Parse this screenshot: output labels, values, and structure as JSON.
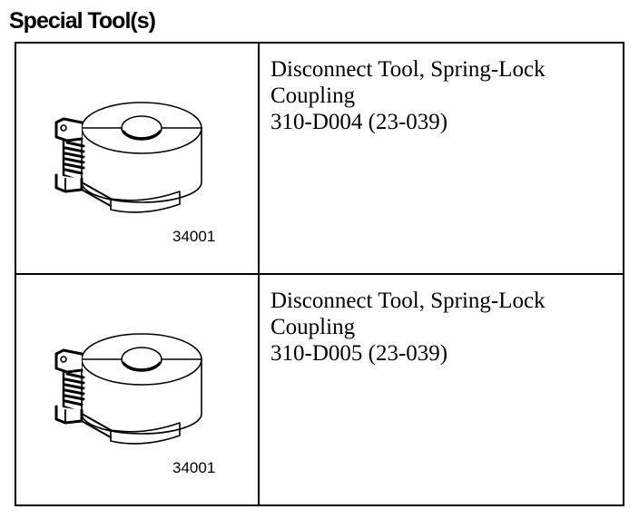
{
  "heading": "Special Tool(s)",
  "tools": [
    {
      "illustration_icon": "spring-lock-disconnect-tool-icon",
      "illustration_number": "34001",
      "name_line1": "Disconnect Tool, Spring-Lock",
      "name_line2": "Coupling",
      "part_number": "310-D004 (23-039)"
    },
    {
      "illustration_icon": "spring-lock-disconnect-tool-icon",
      "illustration_number": "34001",
      "name_line1": "Disconnect Tool, Spring-Lock",
      "name_line2": "Coupling",
      "part_number": "310-D005 (23-039)"
    }
  ]
}
